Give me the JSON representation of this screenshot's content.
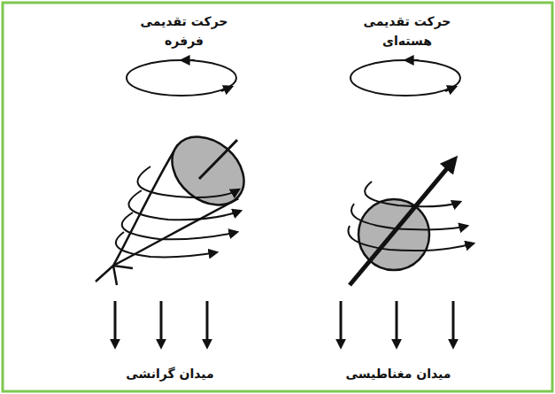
{
  "diagram": {
    "labels": [
      "حرکت تقدیمی فرفره",
      "حرکت تقدیمی هسته‌ای",
      "میدان گرانشی",
      "میدان مغناطیسی"
    ]
  }
}
